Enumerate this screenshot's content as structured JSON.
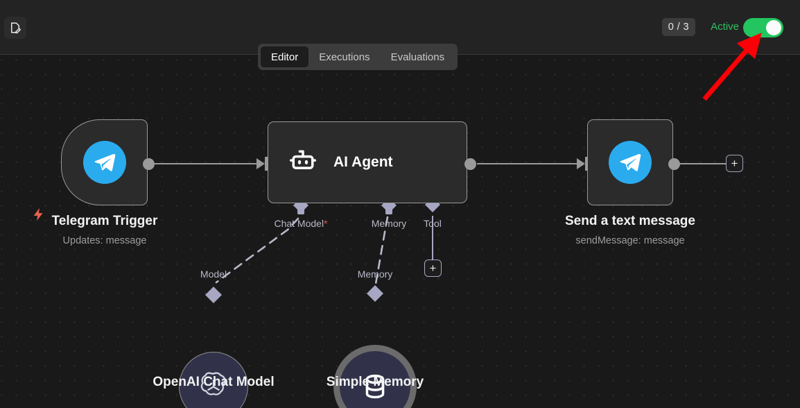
{
  "topbar": {
    "edit_icon": "edit-document-icon",
    "counter": "0 / 3",
    "active_label": "Active",
    "toggle_state": "on",
    "toggle_color": "#22c55e",
    "active_text_color": "#2fbf62"
  },
  "tabs": [
    {
      "label": "Editor",
      "active": true
    },
    {
      "label": "Executions",
      "active": false
    },
    {
      "label": "Evaluations",
      "active": false
    }
  ],
  "canvas": {
    "nodes": [
      {
        "id": "telegram-trigger",
        "title": "Telegram Trigger",
        "subtitle": "Updates: message",
        "icon": "telegram-icon",
        "badge_icon": "lightning-bolt-icon",
        "badge_color": "#e8614f"
      },
      {
        "id": "ai-agent",
        "title": "AI Agent",
        "subtitle": "",
        "icon": "robot-icon"
      },
      {
        "id": "send-text-message",
        "title": "Send a text message",
        "subtitle": "sendMessage: message",
        "icon": "telegram-icon"
      },
      {
        "id": "openai-chat-model",
        "title": "OpenAI Chat Model",
        "subtitle": "",
        "icon": "openai-icon"
      },
      {
        "id": "simple-memory",
        "title": "Simple Memory",
        "subtitle": "",
        "icon": "database-icon"
      }
    ],
    "agent_ports": [
      {
        "label": "Chat Model",
        "required": true
      },
      {
        "label": "Memory",
        "required": false
      },
      {
        "label": "Tool",
        "required": false
      }
    ],
    "sub_port_labels": [
      {
        "id": "model-port",
        "label": "Model"
      },
      {
        "id": "memory-port",
        "label": "Memory"
      }
    ],
    "add_buttons": [
      {
        "id": "add-node-after-send",
        "label": "+"
      },
      {
        "id": "add-tool-node",
        "label": "+"
      }
    ],
    "connector_color": "#a7a7c4",
    "wire_color": "#9a9a9a"
  },
  "annotation": {
    "arrow_color": "#fb0007",
    "points_to": "active-toggle"
  }
}
